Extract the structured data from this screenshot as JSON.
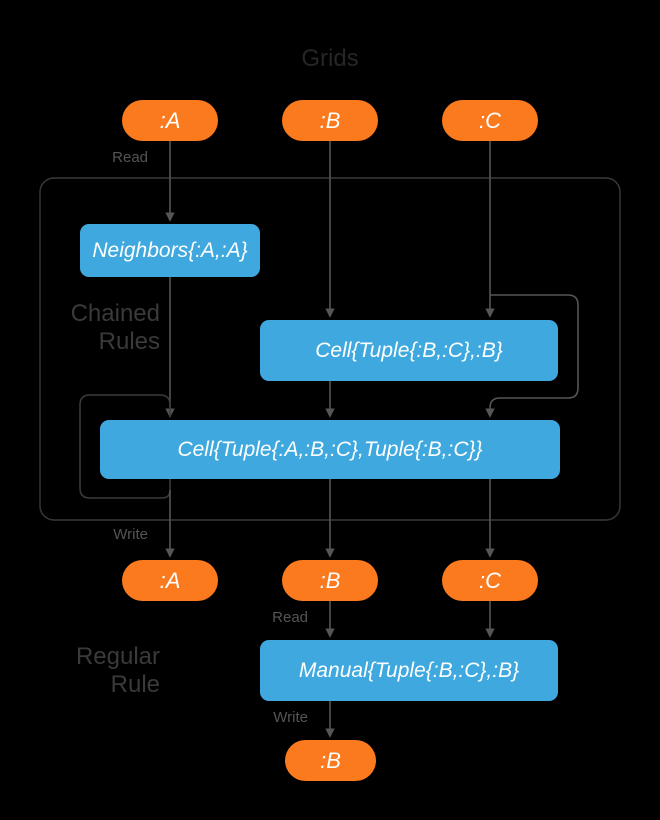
{
  "diagram": {
    "title": "Grids",
    "background_color": "#000000",
    "grid_color": "#FC7A1E",
    "rule_color": "#3FA9DF",
    "edge_color": "#555555",
    "label_color": "#3a3a3a"
  },
  "sections": {
    "chained_rules": "Chained\nRules",
    "regular_rule": "Regular\nRule"
  },
  "grids_top": [
    {
      "label": ":A"
    },
    {
      "label": ":B"
    },
    {
      "label": ":C"
    }
  ],
  "grids_middle": [
    {
      "label": ":A"
    },
    {
      "label": ":B"
    },
    {
      "label": ":C"
    }
  ],
  "grids_bottom": [
    {
      "label": ":B"
    }
  ],
  "rules": {
    "neighbors": "Neighbors{:A,:A}",
    "cell_bc": "Cell{Tuple{:B,:C},:B}",
    "cell_abc": "Cell{Tuple{:A,:B,:C},Tuple{:B,:C}}",
    "manual": "Manual{Tuple{:B,:C},:B}"
  },
  "edge_labels": {
    "read_top": "Read",
    "write_chained": "Write",
    "read_regular": "Read",
    "write_regular": "Write"
  }
}
